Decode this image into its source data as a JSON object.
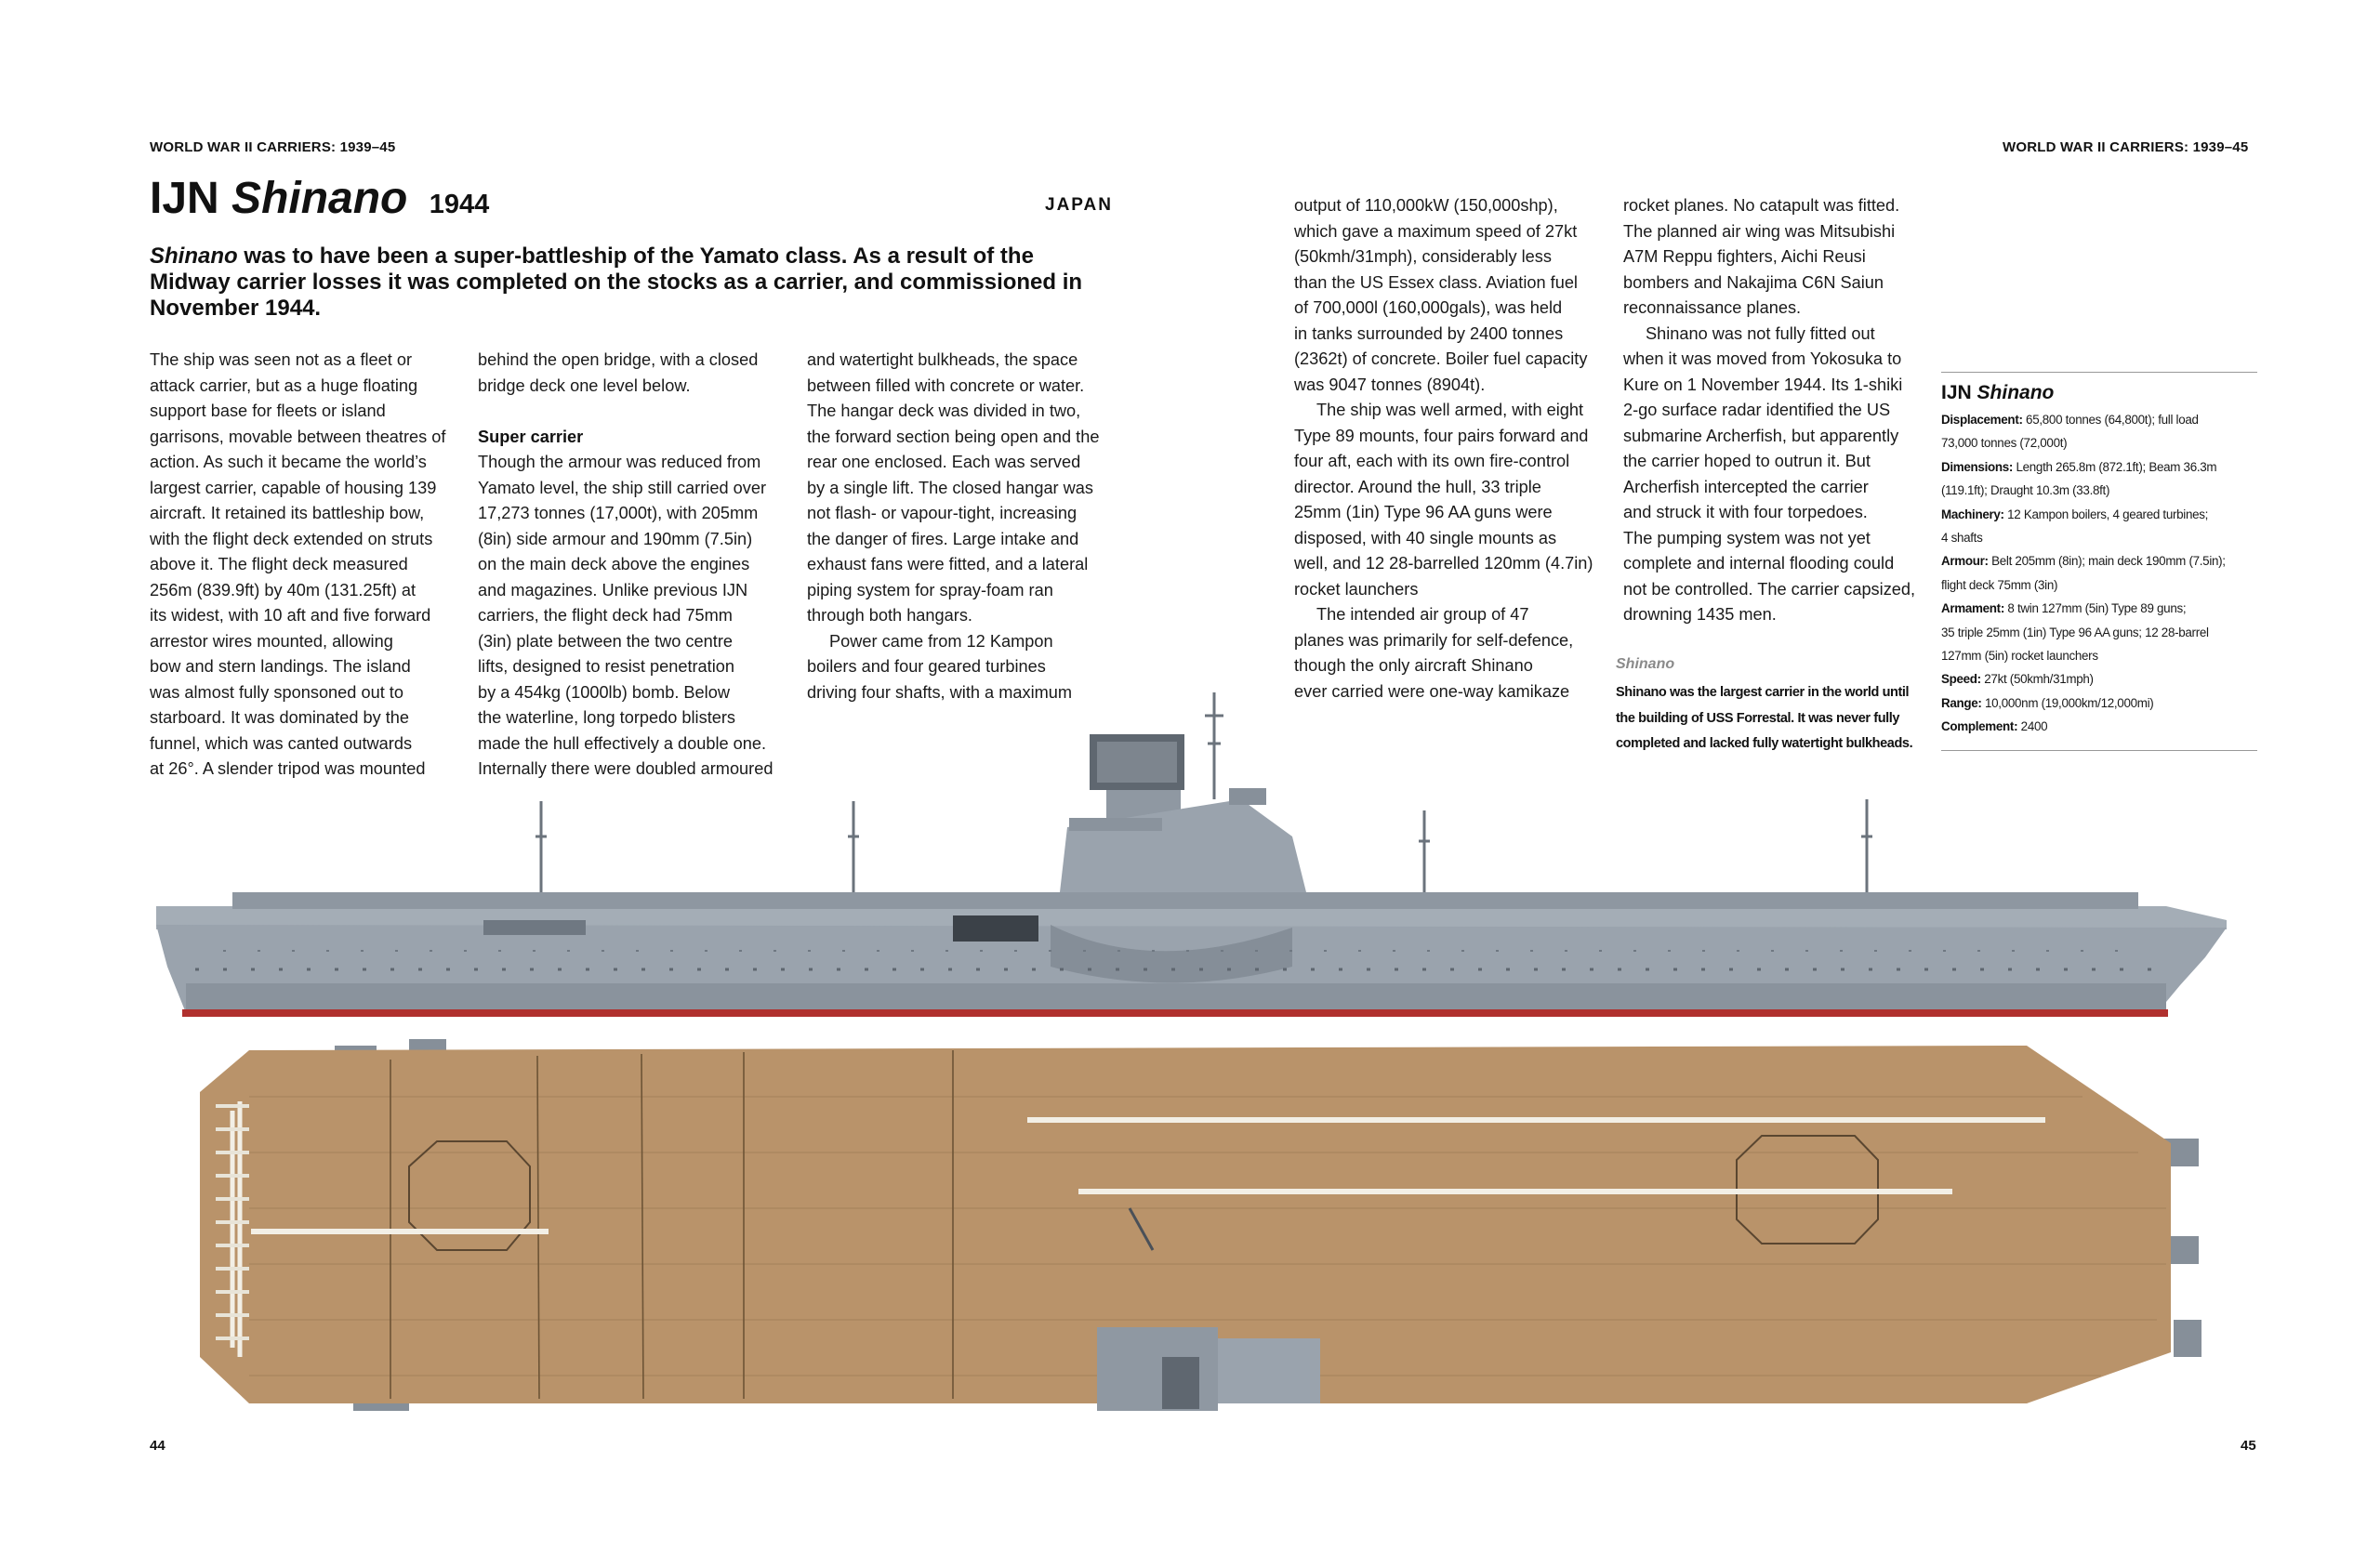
{
  "header": {
    "left_running_head": "WORLD WAR II CARRIERS: 1939–45",
    "right_running_head": "WORLD WAR II CARRIERS: 1939–45"
  },
  "title": {
    "prefix": "IJN",
    "ship": "Shinano",
    "year": "1944",
    "country": "JAPAN"
  },
  "intro": {
    "ship_italic": "Shinano",
    "text": " was to have been a super-battleship of the Yamato class. As a result of the Midway carrier losses it was completed on the stocks as a carrier, and commissioned in November 1944."
  },
  "body": {
    "col1": [
      "The ship was seen not as a fleet or",
      "attack carrier, but as a huge floating",
      "support base for fleets or island",
      "garrisons, movable between theatres of",
      "action. As such it became the world’s",
      "largest carrier, capable of housing 139",
      "aircraft. It retained its battleship bow,",
      "with the flight deck extended on struts",
      "above it. The flight deck measured",
      "256m (839.9ft) by 40m (131.25ft) at",
      "its widest, with 10 aft and five forward",
      "arrestor wires mounted, allowing",
      "bow and stern landings. The island",
      "was almost fully sponsoned out to",
      "starboard. It was dominated by the",
      "funnel, which was canted outwards",
      "at 26°. A slender tripod was mounted"
    ],
    "col2_top": [
      "behind the open bridge, with a closed",
      "bridge deck one level below."
    ],
    "col2_subhead": "Super carrier",
    "col2_rest": [
      "Though the armour was reduced from",
      "Yamato level, the ship still carried over",
      "17,273 tonnes (17,000t), with 205mm",
      "(8in) side armour and 190mm (7.5in)",
      "on the main deck above the engines",
      "and magazines. Unlike previous IJN",
      "carriers, the flight deck had 75mm",
      "(3in) plate between the two centre",
      "lifts, designed to resist penetration",
      "by a 454kg (1000lb) bomb. Below",
      "the waterline, long torpedo blisters",
      "made the hull effectively a double one.",
      "Internally there were doubled armoured"
    ],
    "col3": [
      "and watertight bulkheads, the space",
      "between filled with concrete or water.",
      "The hangar deck was divided in two,",
      "the forward section being open and the",
      "rear one enclosed. Each was served",
      "by a single lift. The closed hangar was",
      "not flash- or vapour-tight, increasing",
      "the danger of fires. Large intake and",
      "exhaust fans were fitted, and a lateral",
      "piping system for spray-foam ran",
      "through both hangars.",
      "Power came from 12 Kampon",
      "boilers and four geared turbines",
      "driving four shafts, with a maximum"
    ],
    "col4": [
      "output of 110,000kW (150,000shp),",
      "which gave a maximum speed of 27kt",
      "(50kmh/31mph), considerably less",
      "than the US Essex class. Aviation fuel",
      "of 700,000l (160,000gals), was held",
      "in tanks surrounded by 2400 tonnes",
      "(2362t) of concrete. Boiler fuel capacity",
      "was 9047 tonnes (8904t).",
      "The ship was well armed, with eight",
      "Type 89 mounts, four pairs forward and",
      "four aft, each with its own fire-control",
      "director. Around the hull, 33 triple",
      "25mm (1in) Type 96 AA guns were",
      "disposed, with 40 single mounts as",
      "well, and 12 28-barrelled 120mm (4.7in)",
      "rocket launchers",
      "The intended air group of 47",
      "planes was primarily for self-defence,",
      "though the only aircraft Shinano",
      "ever carried were one-way kamikaze"
    ],
    "col5": [
      "rocket planes. No catapult was fitted.",
      "The planned air wing was Mitsubishi",
      "A7M Reppu fighters, Aichi Reusi",
      "bombers and Nakajima C6N Saiun",
      "reconnaissance planes.",
      "Shinano was not fully fitted out",
      "when it was moved from Yokosuka to",
      "Kure on 1 November 1944. Its 1-shiki",
      "2-go surface radar identified the US",
      "submarine Archerfish, but apparently",
      "the carrier hoped to outrun it. But",
      "Archerfish intercepted the carrier",
      "and struck it with four torpedoes.",
      "The pumping system was not yet",
      "complete and internal flooding could",
      "not be controlled. The carrier capsized,",
      "drowning 1435 men."
    ]
  },
  "caption": {
    "title": "Shinano",
    "lines": [
      "Shinano was the largest carrier in the world until",
      "the building of USS Forrestal. It was never fully",
      "completed and lacked fully watertight bulkheads."
    ]
  },
  "specs": {
    "title_prefix": "IJN",
    "title_ship": "Shinano",
    "rows": [
      {
        "label": "Displacement:",
        "value": " 65,800 tonnes (64,800t); full load"
      },
      {
        "label": "",
        "value": "73,000 tonnes (72,000t)"
      },
      {
        "label": "Dimensions:",
        "value": " Length 265.8m (872.1ft); Beam 36.3m"
      },
      {
        "label": "",
        "value": "(119.1ft); Draught 10.3m (33.8ft)"
      },
      {
        "label": "Machinery:",
        "value": " 12 Kampon boilers, 4 geared turbines;"
      },
      {
        "label": "",
        "value": "4 shafts"
      },
      {
        "label": "Armour:",
        "value": " Belt 205mm (8in); main deck 190mm (7.5in);"
      },
      {
        "label": "",
        "value": "flight deck 75mm (3in)"
      },
      {
        "label": "Armament:",
        "value": " 8 twin 127mm (5in) Type 89 guns;"
      },
      {
        "label": "",
        "value": "35 triple 25mm (1in) Type 96 AA guns; 12 28-barrel"
      },
      {
        "label": "",
        "value": "127mm (5in) rocket launchers"
      },
      {
        "label": "Speed:",
        "value": " 27kt (50kmh/31mph)"
      },
      {
        "label": "Range:",
        "value": " 10,000nm (19,000km/12,000mi)"
      },
      {
        "label": "Complement:",
        "value": " 2400"
      }
    ]
  },
  "pages": {
    "left": "44",
    "right": "45"
  },
  "colors": {
    "hull_grey": "#9aa3ad",
    "hull_dark": "#6f7882",
    "boot_red": "#b0302e",
    "deck_wood": "#b9936a",
    "deck_line": "#f2efe6",
    "shadow": "#2d3036"
  }
}
